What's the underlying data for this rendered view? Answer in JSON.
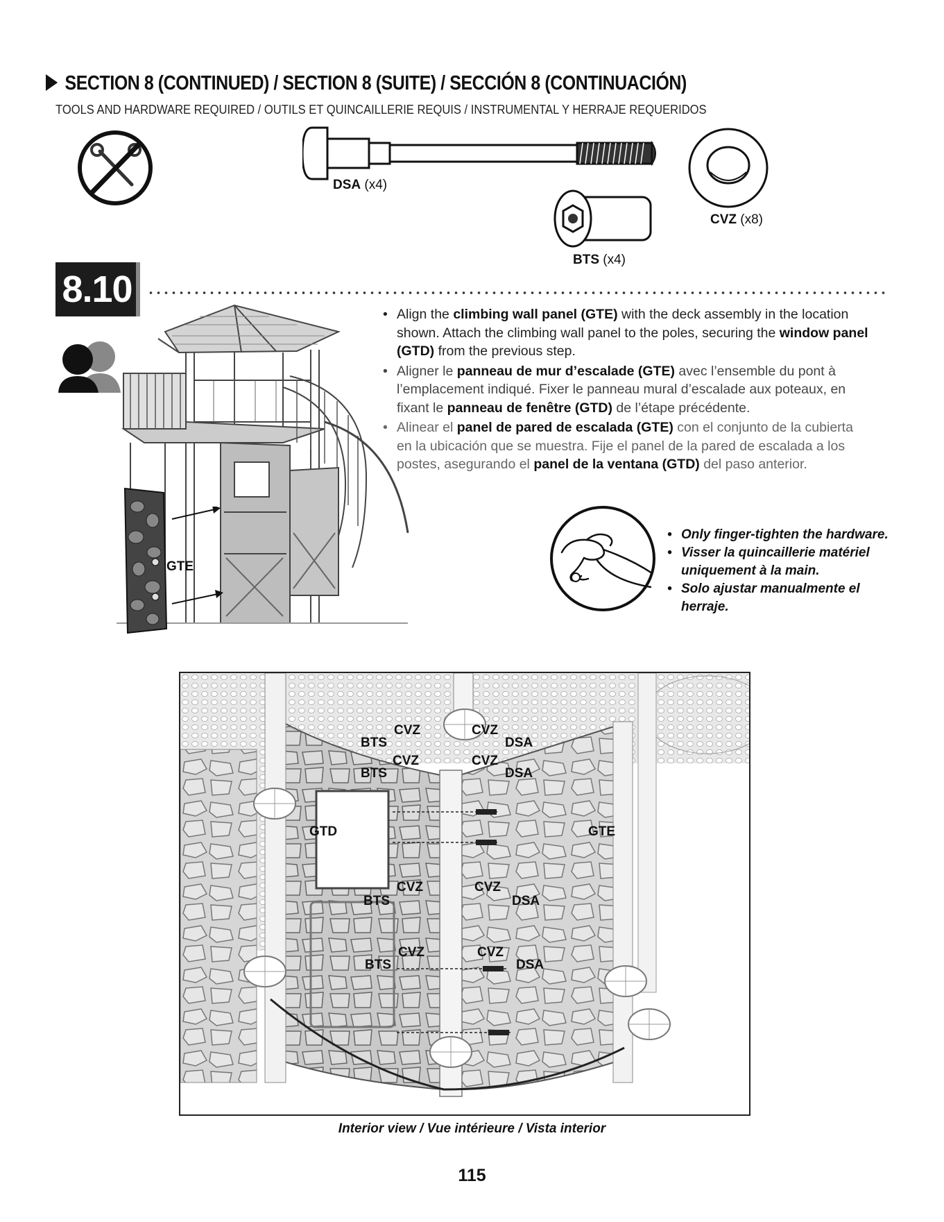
{
  "header": {
    "title": "SECTION 8 (CONTINUED) / SECTION 8 (SUITE) / SECCIÓN 8 (CONTINUACIÓN)",
    "subtitle": "TOOLS AND HARDWARE REQUIRED / OUTILS ET QUINCAILLERIE REQUIS / INSTRUMENTAL Y HERRAJE REQUERIDOS"
  },
  "hardware": [
    {
      "code": "DSA",
      "qty": "(x4)"
    },
    {
      "code": "BTS",
      "qty": "(x4)"
    },
    {
      "code": "CVZ",
      "qty": "(x8)"
    }
  ],
  "step": {
    "number": "8.10",
    "gte_label": "GTE",
    "instructions": {
      "en": {
        "t1": "Align the ",
        "b1": "climbing wall panel (GTE)",
        "t2": " with the deck assembly in the location shown. Attach the climbing wall panel to the poles, securing the ",
        "b2": "window panel (GTD)",
        "t3": " from the previous step."
      },
      "fr": {
        "t1": "Aligner le ",
        "b1": "panneau de mur d’escalade (GTE)",
        "t2": " avec l’ensemble du pont à l’emplacement indiqué. Fixer le panneau mural d’escalade aux poteaux, en fixant le ",
        "b2": "panneau de fenêtre (GTD)",
        "t3": " de l’étape précédente."
      },
      "es": {
        "t1": "Alinear el ",
        "b1": "panel de pared de escalada (GTE)",
        "t2": " con el conjunto de la cubierta en la ubicación que se muestra. Fije el panel de la pared de escalada a los postes, asegurando el ",
        "b2": "panel de la ventana (GTD)",
        "t3": " del paso anterior."
      }
    },
    "tips": [
      "Only finger-tighten the hardware.",
      "Visser la quincaillerie matériel uniquement à la main.",
      "Solo ajustar manualmente el herraje."
    ]
  },
  "interior": {
    "labels": {
      "bts": "BTS",
      "cvz": "CVZ",
      "dsa": "DSA",
      "gtd": "GTD",
      "gte": "GTE"
    },
    "caption": "Interior view / Vue intérieure / Vista interior"
  },
  "page_number": "115"
}
